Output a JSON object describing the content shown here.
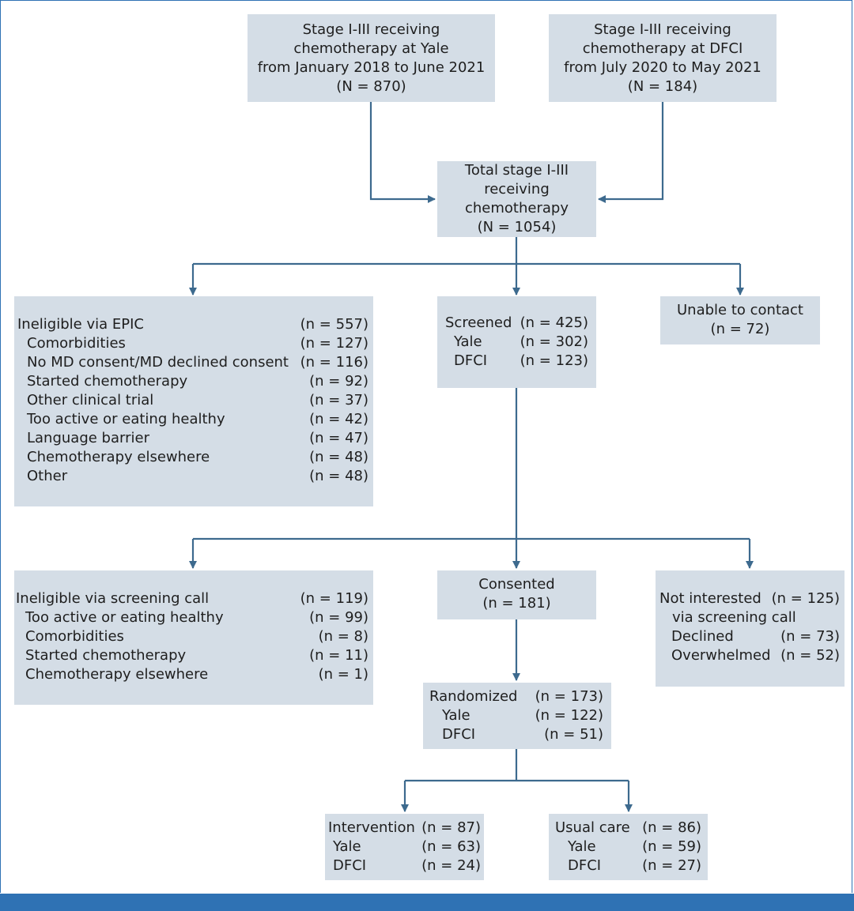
{
  "yale_source": {
    "line1": "Stage I-III receiving",
    "line2": "chemotherapy at Yale",
    "line3": "from January 2018 to June 2021",
    "line4": "(N = 870)"
  },
  "dfci_source": {
    "line1": "Stage I-III receiving",
    "line2": "chemotherapy at DFCI",
    "line3": "from July 2020 to May 2021",
    "line4": "(N = 184)"
  },
  "total": {
    "line1": "Total stage I-III",
    "line2": "receiving",
    "line3": "chemotherapy",
    "line4": "(N = 1054)"
  },
  "ineligible_epic": {
    "title": "Ineligible via EPIC",
    "title_n": "(n = 557)",
    "items": [
      {
        "label": "Comorbidities",
        "n": "(n = 127)"
      },
      {
        "label": "No MD consent/MD declined consent",
        "n": "(n = 116)"
      },
      {
        "label": "Started chemotherapy",
        "n": "(n = 92)"
      },
      {
        "label": "Other clinical trial",
        "n": "(n = 37)"
      },
      {
        "label": "Too active or eating healthy",
        "n": "(n = 42)"
      },
      {
        "label": "Language barrier",
        "n": "(n = 47)"
      },
      {
        "label": "Chemotherapy elsewhere",
        "n": "(n = 48)"
      },
      {
        "label": "Other",
        "n": "(n = 48)"
      }
    ]
  },
  "screened": {
    "rows": [
      {
        "label": "Screened",
        "n": "(n = 425)"
      },
      {
        "label": "Yale",
        "n": "(n = 302)"
      },
      {
        "label": "DFCI",
        "n": "(n = 123)"
      }
    ]
  },
  "unable": {
    "line1": "Unable to contact",
    "line2": "(n = 72)"
  },
  "ineligible_call": {
    "title": "Ineligible via screening call",
    "title_n": "(n = 119)",
    "items": [
      {
        "label": "Too active or eating healthy",
        "n": "(n = 99)"
      },
      {
        "label": "Comorbidities",
        "n": "(n = 8)"
      },
      {
        "label": "Started chemotherapy",
        "n": "(n = 11)"
      },
      {
        "label": "Chemotherapy elsewhere",
        "n": "(n = 1)"
      }
    ]
  },
  "consented": {
    "line1": "Consented",
    "line2": "(n = 181)"
  },
  "not_interested": {
    "title": "Not interested",
    "title_n": "(n = 125)",
    "subtitle": "via screening call",
    "items": [
      {
        "label": "Declined",
        "n": "(n = 73)"
      },
      {
        "label": "Overwhelmed",
        "n": "(n = 52)"
      }
    ]
  },
  "randomized": {
    "rows": [
      {
        "label": "Randomized",
        "n": "(n = 173)"
      },
      {
        "label": "Yale",
        "n": "(n = 122)"
      },
      {
        "label": "DFCI",
        "n": "(n = 51)"
      }
    ]
  },
  "intervention": {
    "rows": [
      {
        "label": "Intervention",
        "n": "(n = 87)"
      },
      {
        "label": "Yale",
        "n": "(n = 63)"
      },
      {
        "label": "DFCI",
        "n": "(n = 24)"
      }
    ]
  },
  "usual_care": {
    "rows": [
      {
        "label": "Usual care",
        "n": "(n = 86)"
      },
      {
        "label": "Yale",
        "n": "(n = 59)"
      },
      {
        "label": "DFCI",
        "n": "(n = 27)"
      }
    ]
  },
  "colors": {
    "box_fill": "#d4dde6",
    "arrow": "#3d6a8e",
    "accent_bar": "#2f72b4"
  }
}
